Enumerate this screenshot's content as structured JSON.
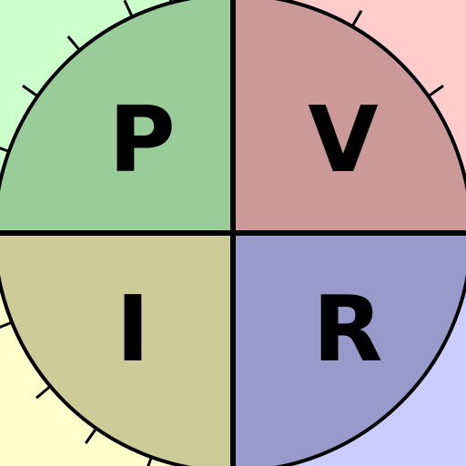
{
  "quadrants": {
    "top_left": {
      "letter": "P",
      "fill": "#99cc99",
      "outer_fill": "#ccffcc"
    },
    "top_right": {
      "letter": "V",
      "fill": "#cc9999",
      "outer_fill": "#ffcccc"
    },
    "bottom_left": {
      "letter": "I",
      "fill": "#cccc99",
      "outer_fill": "#ffffcc"
    },
    "bottom_right": {
      "letter": "R",
      "fill": "#9999cc",
      "outer_fill": "#ccccff"
    }
  },
  "colors": {
    "line": "#000000"
  }
}
